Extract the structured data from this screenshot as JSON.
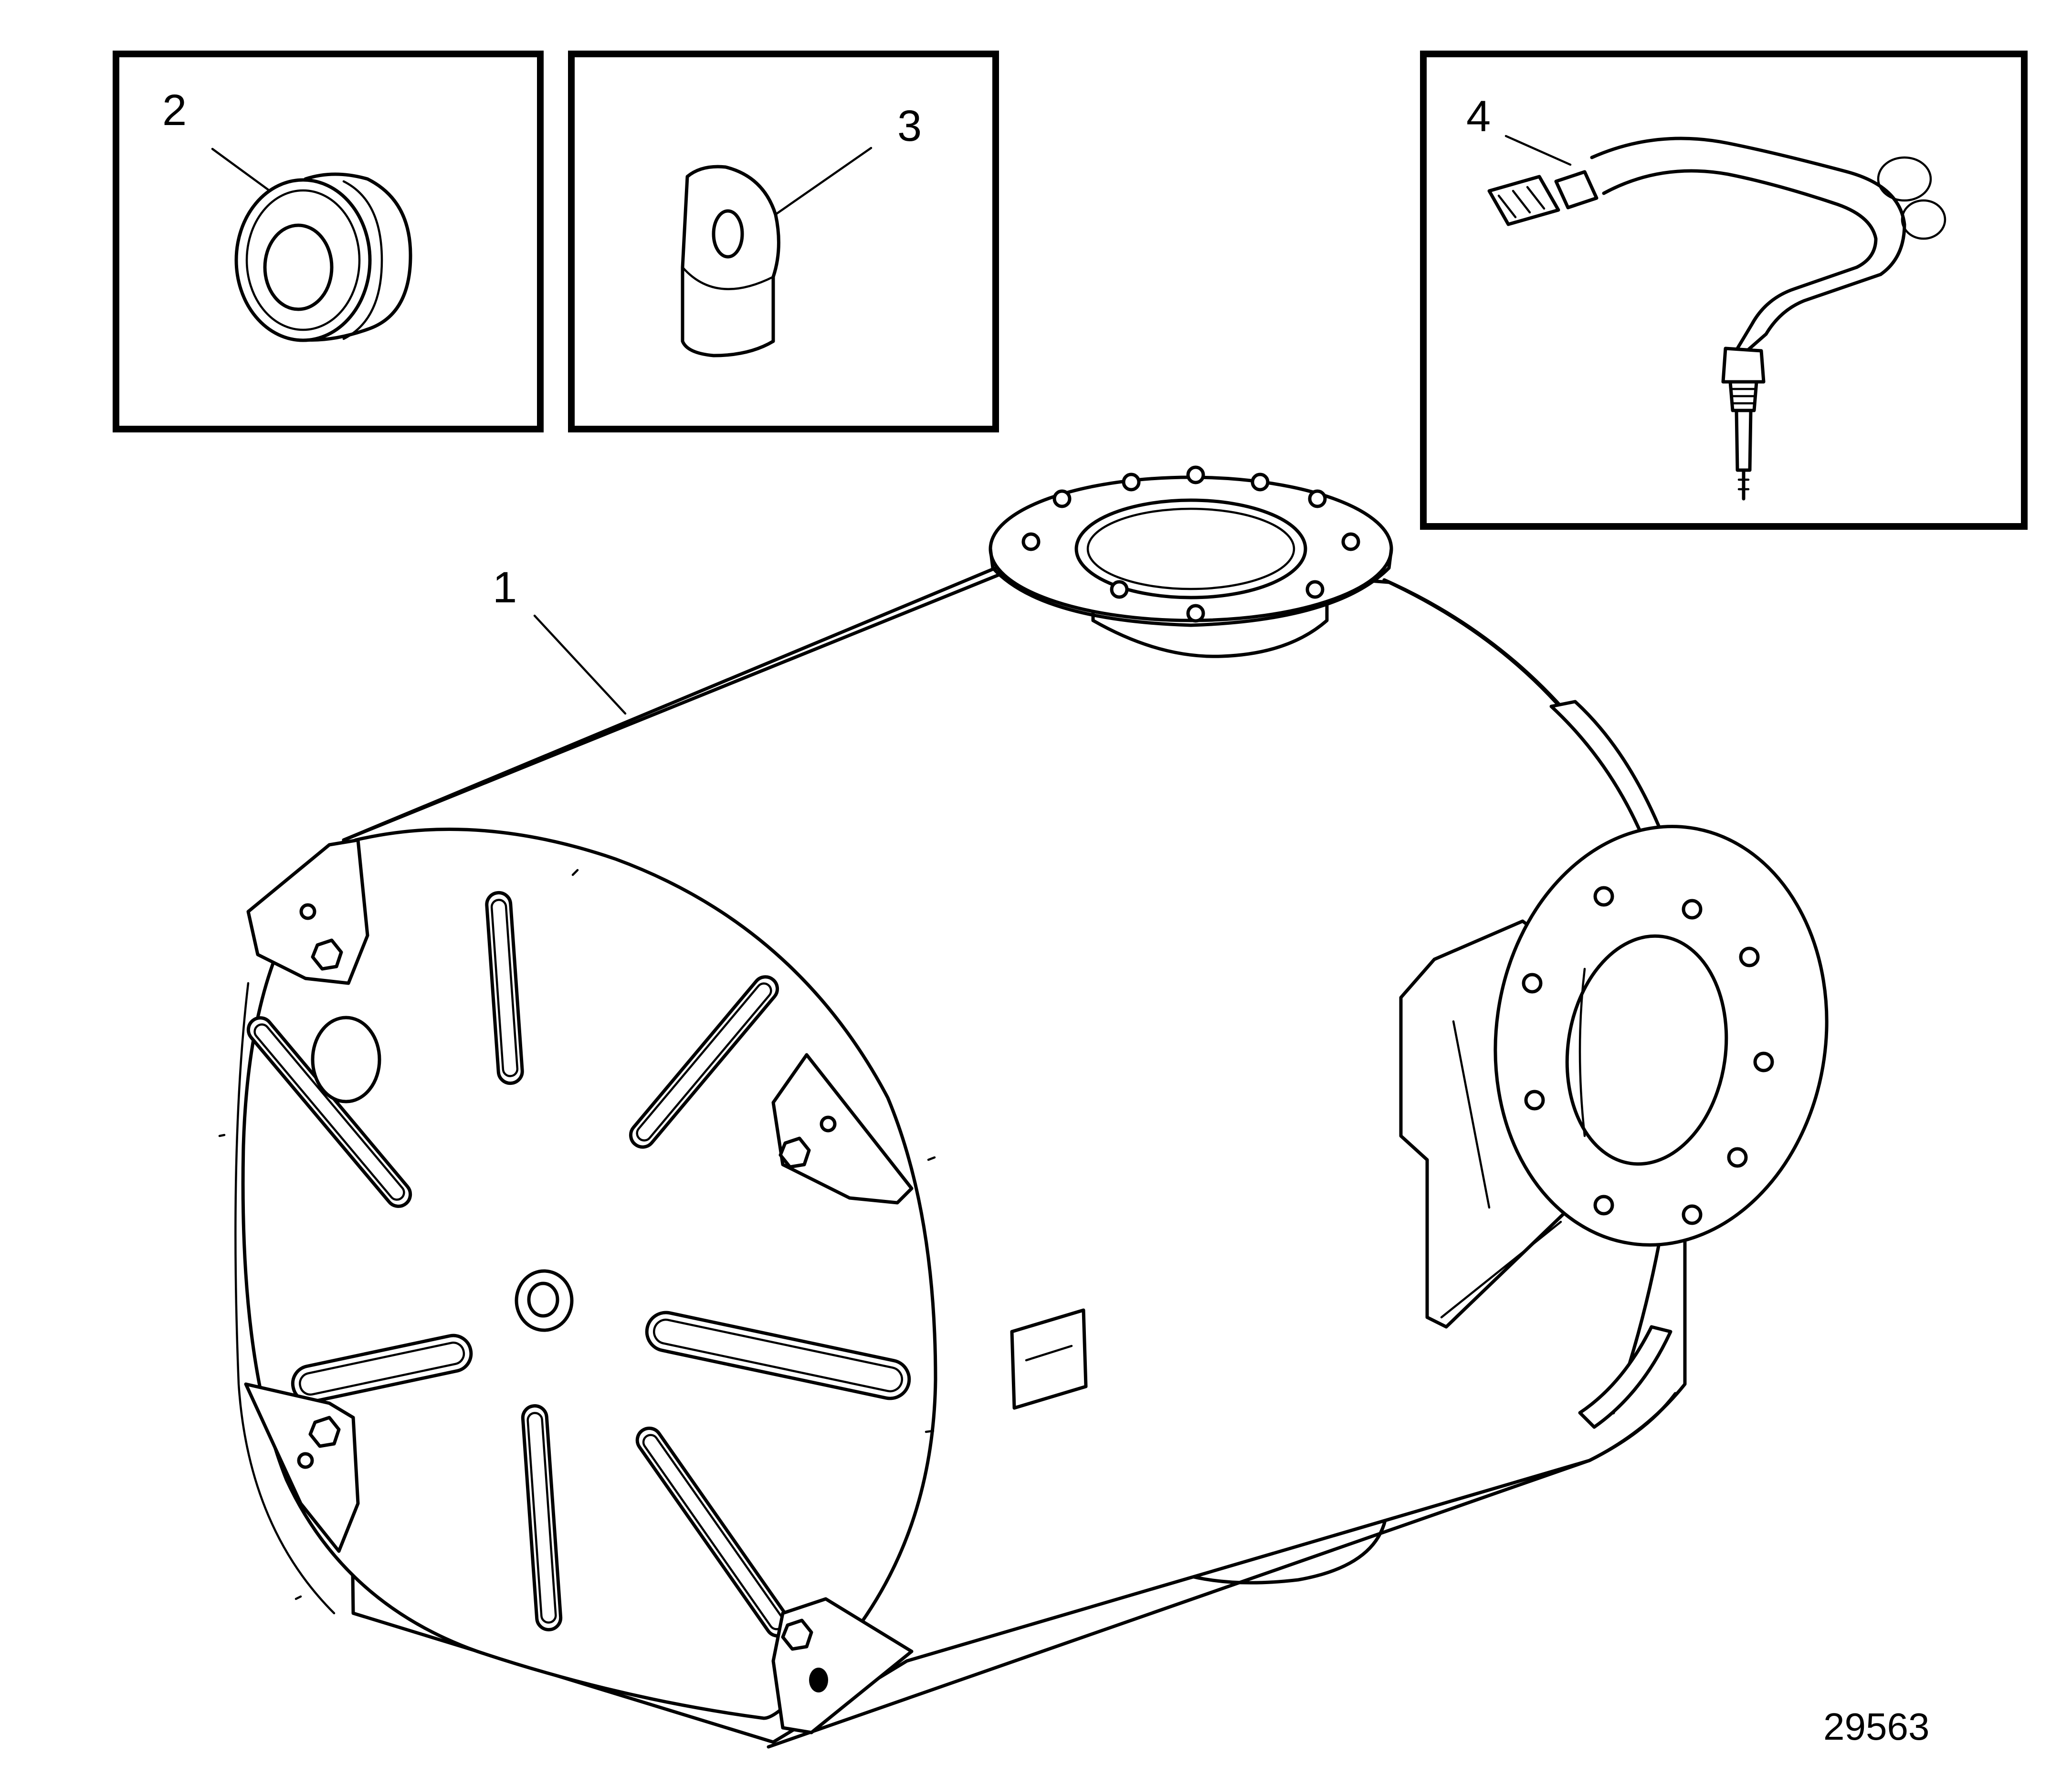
{
  "callouts": {
    "part_1": "1",
    "part_2": "2",
    "part_3": "3",
    "part_4": "4"
  },
  "reference_number": "29563"
}
